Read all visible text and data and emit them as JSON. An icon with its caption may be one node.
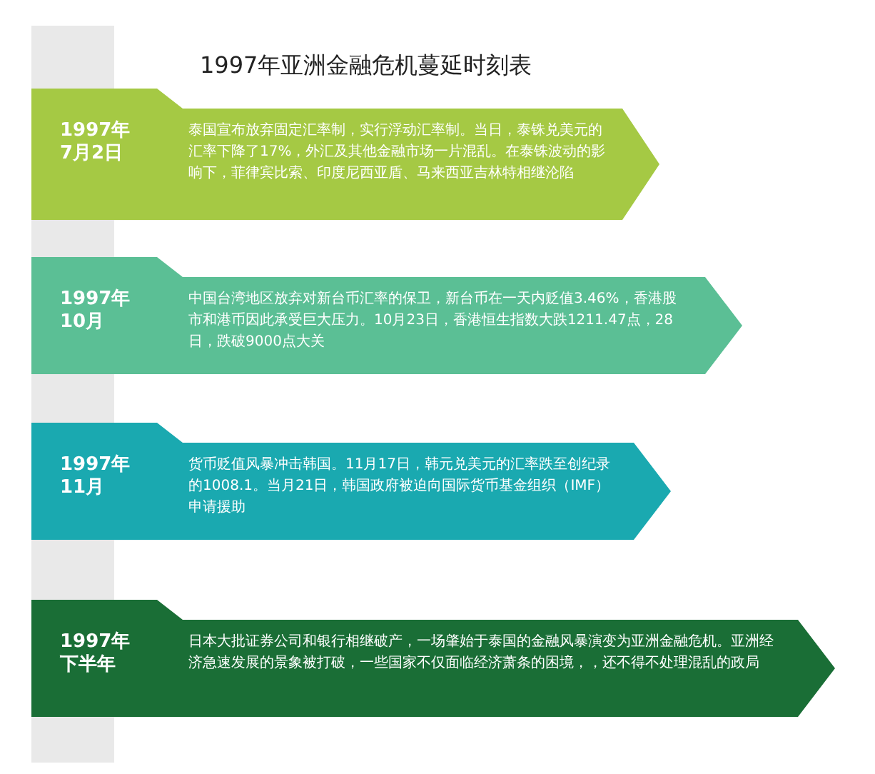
{
  "diagram": {
    "title": "1997年亚洲金融危机蔓延时刻表",
    "nodes": [
      {
        "text": [],
        "shape": "bar"
      },
      {
        "text": [
          "1997年7月2日",
          "泰国宣布放弃固定汇率制，实行浮动汇率制。当日，泰铢兑美元的汇率下降了17%，外汇及其他金融市场一片混乱。在泰铢波动的影响下，菲律宾比索、印度尼西亚盾、马来西亚吉林特相继沦陷"
        ]
      },
      {
        "text": [],
        "shape": "bar"
      },
      {
        "text": [
          "1997年10月",
          "中国台湾地区放弃对新台币汇率的保卫，新台币在一天内贬值3.46%，香港股市和港币因此承受巨大压力。10月23日，香港恒生指数大跌1211.47点，28日，跌破9000点大关"
        ]
      },
      {
        "text": [],
        "shape": "bar"
      },
      {
        "text": [
          "1997年11月",
          "货币贬值风暴冲击韩国。11月17日，韩元兑美元的汇率跌至创纪录的1008.1。当月21日，韩国政府被迫向国际货币基金组织（IMF）申请援助"
        ]
      },
      {
        "text": [],
        "shape": "bar"
      },
      {
        "text": [
          "1997年下半年",
          "日本大批证券公司和银行相继破产，一场肇始于泰国的金融风暴演变为亚洲金融危机。亚洲经济急速发展的景象被打破，一些国家不仅面临经济萧条的困境，，还不得不处理混乱的政局"
        ]
      },
      {
        "text": [],
        "shape": "bar"
      }
    ]
  }
}
